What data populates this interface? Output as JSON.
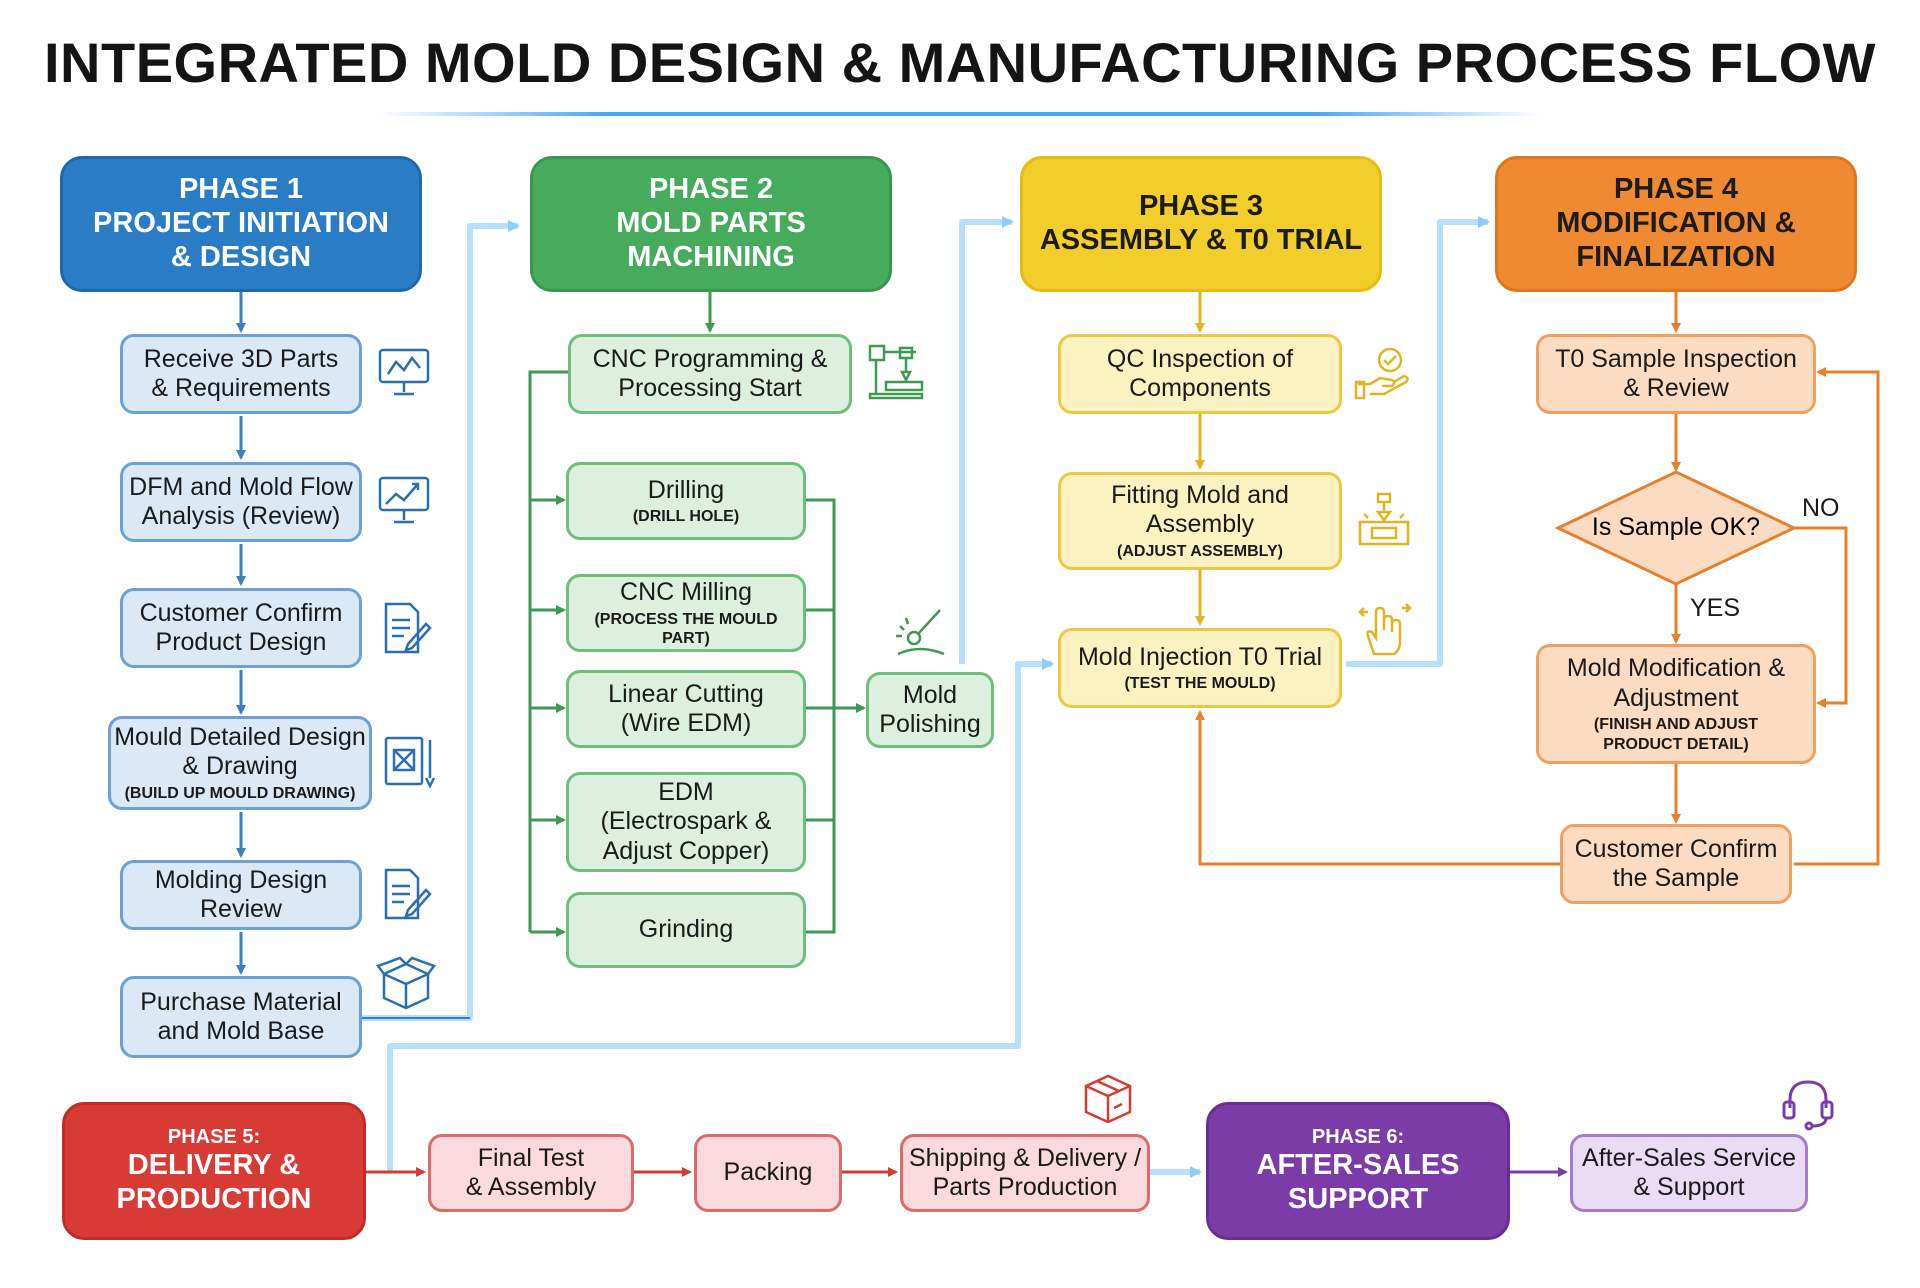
{
  "title": "INTEGRATED MOLD DESIGN & MANUFACTURING PROCESS FLOW",
  "colors": {
    "phase1": "#2a7cc4",
    "phase2": "#47ab5d",
    "phase3": "#f2ce2c",
    "phase4": "#ef8a33",
    "phase5": "#d83b35",
    "phase6": "#7b3ca7"
  },
  "phase1": {
    "header": "PHASE 1\nPROJECT INITIATION\n& DESIGN",
    "steps": [
      {
        "label": "Receive 3D Parts\n& Requirements",
        "icon": "monitor-icon"
      },
      {
        "label": "DFM and Mold Flow\nAnalysis (Review)",
        "icon": "chart-monitor-icon"
      },
      {
        "label": "Customer Confirm\nProduct Design",
        "icon": "document-pen-icon"
      },
      {
        "label": "Mould Detailed Design\n& Drawing",
        "sub": "(BUILD UP MOULD DRAWING)",
        "icon": "blueprint-icon"
      },
      {
        "label": "Molding Design\nReview",
        "icon": "document-pen-icon"
      },
      {
        "label": "Purchase Material\nand Mold Base",
        "icon": "box-icon"
      }
    ]
  },
  "phase2": {
    "header": "PHASE 2\nMOLD PARTS\nMACHINING",
    "start": {
      "label": "CNC Programming &\nProcessing Start",
      "icon": "cnc-machine-icon"
    },
    "steps": [
      {
        "label": "Drilling",
        "sub": "(DRILL HOLE)"
      },
      {
        "label": "CNC Milling",
        "sub": "(PROCESS THE MOULD PART)"
      },
      {
        "label": "Linear Cutting\n(Wire EDM)"
      },
      {
        "label": "EDM\n(Electrospark &\nAdjust Copper)"
      },
      {
        "label": "Grinding"
      }
    ],
    "polish": {
      "label": "Mold\nPolishing",
      "icon": "polishing-tool-icon"
    }
  },
  "phase3": {
    "header": "PHASE 3\nASSEMBLY & T0 TRIAL",
    "steps": [
      {
        "label": "QC Inspection of\nComponents",
        "icon": "hand-check-icon"
      },
      {
        "label": "Fitting Mold and\nAssembly",
        "sub": "(ADJUST ASSEMBLY)",
        "icon": "mold-press-icon"
      },
      {
        "label": "Mold Injection T0 Trial",
        "sub": "(TEST THE MOULD)",
        "icon": "hand-touch-icon"
      }
    ]
  },
  "phase4": {
    "header": "PHASE 4\nMODIFICATION &\nFINALIZATION",
    "inspection": {
      "label": "T0 Sample Inspection\n& Review"
    },
    "decision": {
      "label": "Is Sample OK?",
      "no": "NO",
      "yes": "YES"
    },
    "modification": {
      "label": "Mold Modification &\nAdjustment",
      "sub": "(FINISH AND ADJUST\nPRODUCT DETAIL)"
    },
    "confirm": {
      "label": "Customer Confirm\nthe Sample"
    }
  },
  "phase5": {
    "tag": "PHASE 5:",
    "header": "DELIVERY &\nPRODUCTION",
    "steps": [
      {
        "label": "Final Test\n& Assembly"
      },
      {
        "label": "Packing"
      },
      {
        "label": "Shipping & Delivery /\nParts Production",
        "icon": "package-icon"
      }
    ]
  },
  "phase6": {
    "tag": "PHASE 6:",
    "header": "AFTER-SALES\nSUPPORT",
    "step": {
      "label": "After-Sales Service\n& Support",
      "icon": "headset-icon"
    }
  }
}
